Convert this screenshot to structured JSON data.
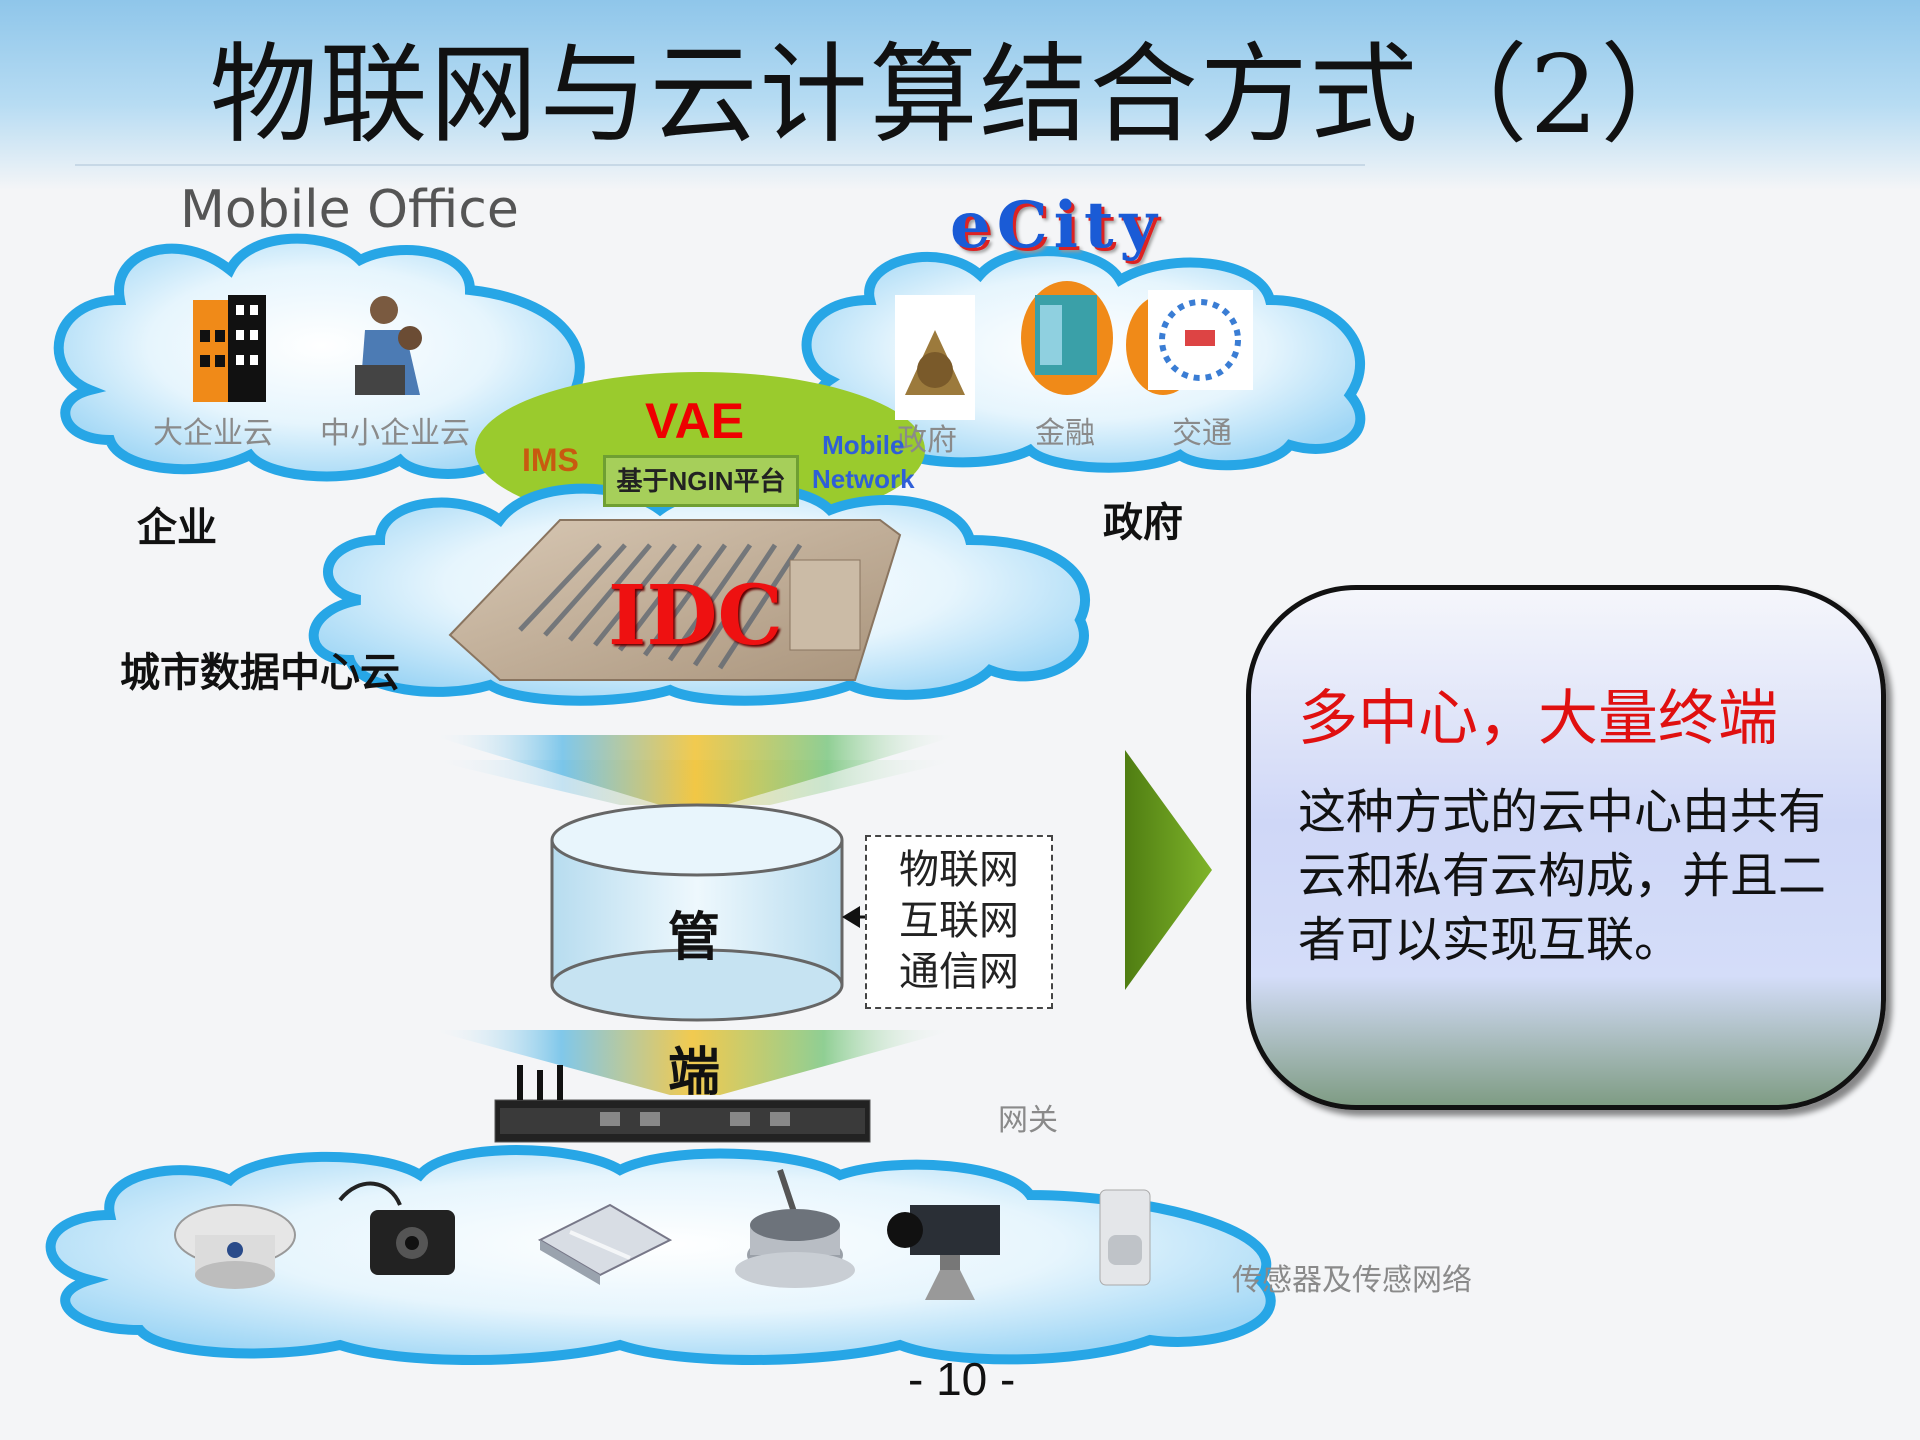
{
  "title": "物联网与云计算结合方式（2）",
  "top_left": {
    "brand": "Mobile Office",
    "clouds": [
      "大企业云",
      "中小企业云"
    ],
    "group_label": "企业"
  },
  "top_right": {
    "brand": "eCity",
    "clouds": [
      "政府",
      "金融",
      "交通"
    ],
    "group_label": "政府"
  },
  "center": {
    "vae": "VAE",
    "ims": "IMS",
    "platform": "基于NGIN平台",
    "mobile_network": [
      "Mobile",
      "Network"
    ],
    "idc": "IDC",
    "dc_cloud_label": "城市数据中心云"
  },
  "pipe": {
    "label": "管",
    "networks": [
      "物联网",
      "互联网",
      "通信网"
    ]
  },
  "terminal": {
    "label": "端",
    "gateway": "网关",
    "sensors": "传感器及传感网络"
  },
  "callout": {
    "heading": "多中心，大量终端",
    "body": "这种方式的云中心由共有云和私有云构成，并且二者可以实现互联。"
  },
  "page_number": "- 10 -",
  "colors": {
    "cloud_fill": "#9fd6f5",
    "cloud_edge": "#27a6e6",
    "arrow": "#6a9a1f",
    "callout_heading": "#e01010"
  }
}
